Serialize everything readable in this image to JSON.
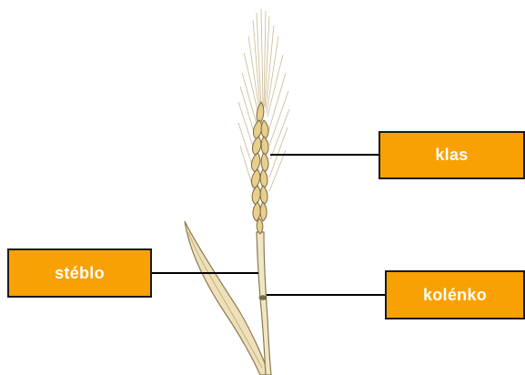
{
  "labels": {
    "klas": "klas",
    "steblo": "stéblo",
    "kolenko": "kolénko"
  },
  "colors": {
    "label_fill": "#f9a102",
    "label_border": "#1a1a1a",
    "label_text": "#ffffff",
    "plant_stroke": "#8a7a52",
    "plant_fill": "#f1e6c3",
    "grain_fill": "#e8cf8c",
    "awn_stroke": "#c9b990"
  }
}
